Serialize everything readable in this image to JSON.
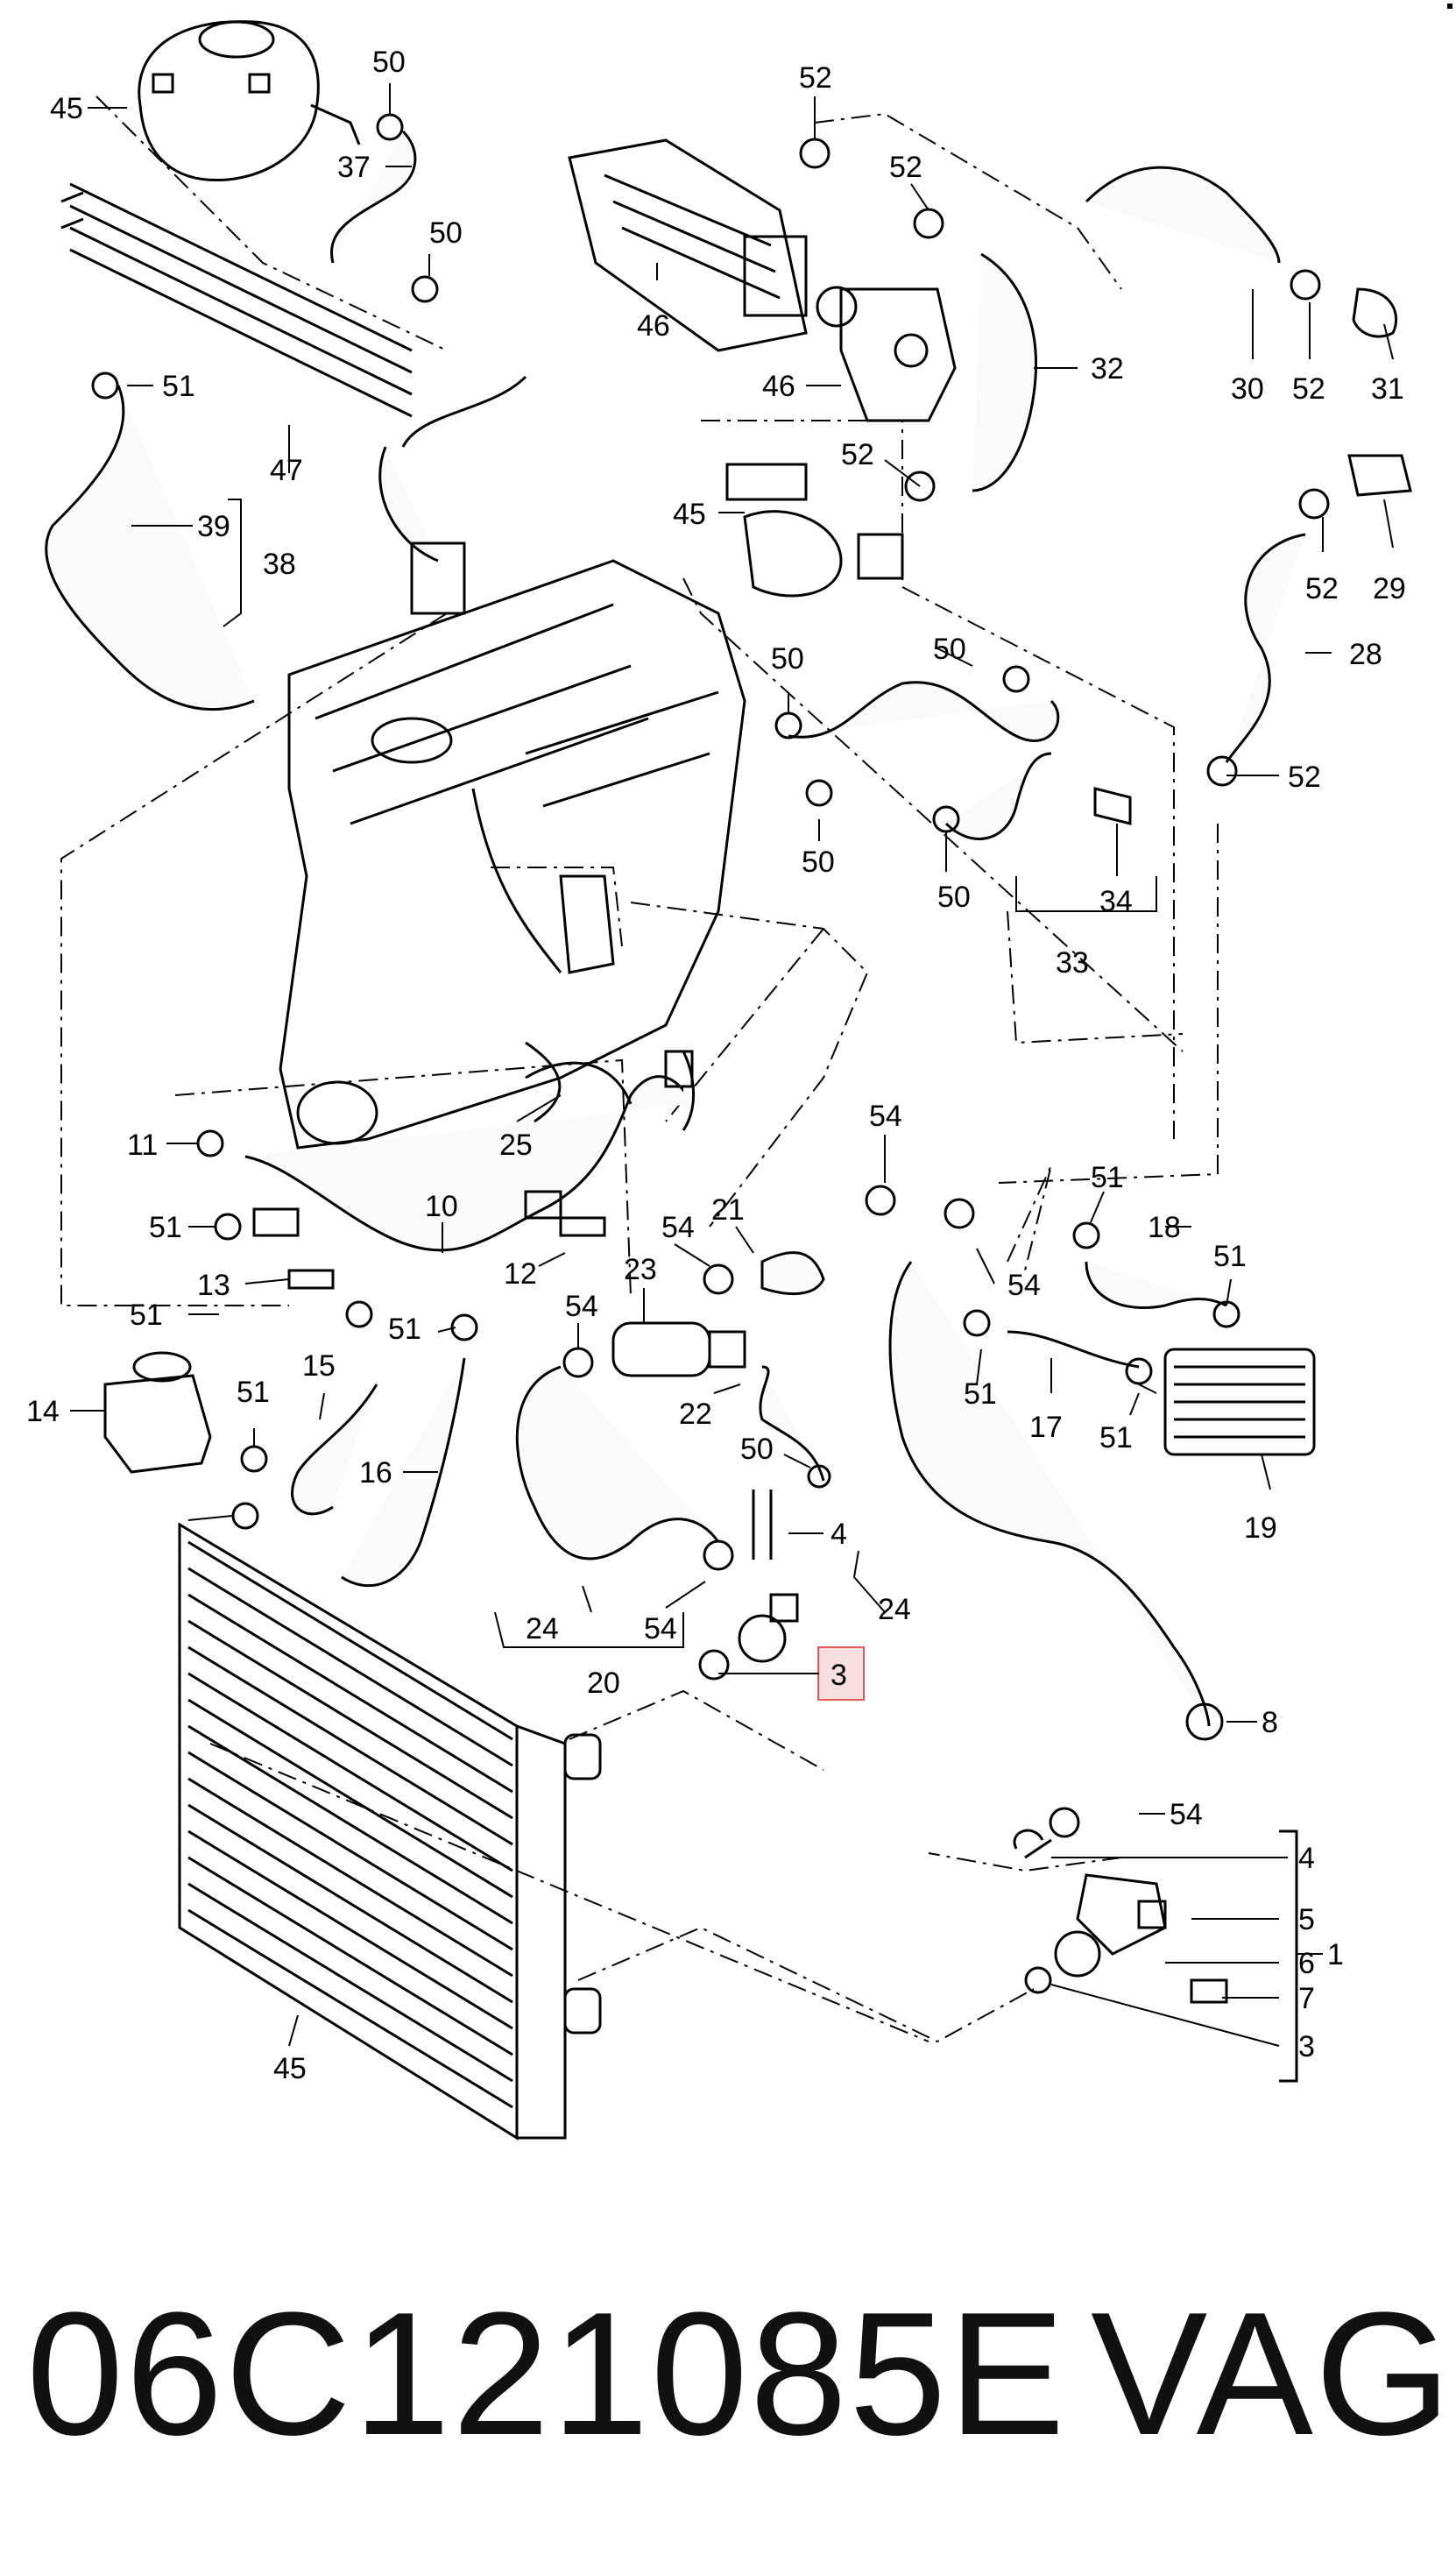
{
  "caption": {
    "part_number": "06C121085E",
    "brand": "VAG"
  },
  "highlight": {
    "callout": "3",
    "color": "#e05a5a",
    "fill": "#f8dede"
  },
  "labels": [
    "45",
    "50",
    "37",
    "50",
    "52",
    "52",
    "46",
    "46",
    "30",
    "52",
    "31",
    "32",
    "51",
    "47",
    "39",
    "38",
    "52",
    "45",
    "29",
    "52",
    "28",
    "50",
    "50",
    "50",
    "52",
    "50",
    "34",
    "33",
    "25",
    "11",
    "51",
    "10",
    "13",
    "12",
    "21",
    "54",
    "23",
    "54",
    "54",
    "51",
    "18",
    "51",
    "51",
    "51",
    "51",
    "15",
    "14",
    "16",
    "22",
    "54",
    "51",
    "17",
    "51",
    "19",
    "50",
    "4",
    "24",
    "24",
    "54",
    "20",
    "3",
    "8",
    "45",
    "54",
    "4",
    "5",
    "6",
    "7",
    "3",
    "1"
  ]
}
